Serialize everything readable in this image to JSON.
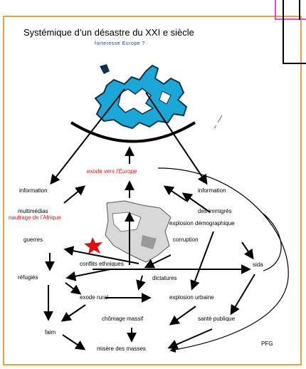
{
  "title": "Systémique d’un désastre du XXI e siècle",
  "subtitle": "forteresse Europe ?",
  "nodes": {
    "exode_europe": "exode vers l'Europe",
    "information_left": "information",
    "information_right": "information",
    "multimedias": "multimédias",
    "naufrage": "naufrage de l'Afrique",
    "immigres": "des immigrés",
    "explosion_demo": "explosion démographique",
    "guerres": "guerres",
    "corruption": "corruption",
    "conflits": "conflits ethniques",
    "dictatures": "dictatures",
    "refugies": "réfugiés",
    "sida": "sida",
    "exode_rural": "exode rural",
    "explosion_urbaine": "explosion urbaine",
    "chomage": "chômage massif",
    "sante": "santé publique",
    "faim": "faim",
    "misere": "misère des masses",
    "signature": "PFG"
  },
  "colors": {
    "frame": "#e8a23a",
    "accent_red": "#e01010",
    "europe_blue": "#1aa8d8",
    "subtitle_blue": "#1f3fbf",
    "pink": "#e84cc9"
  }
}
